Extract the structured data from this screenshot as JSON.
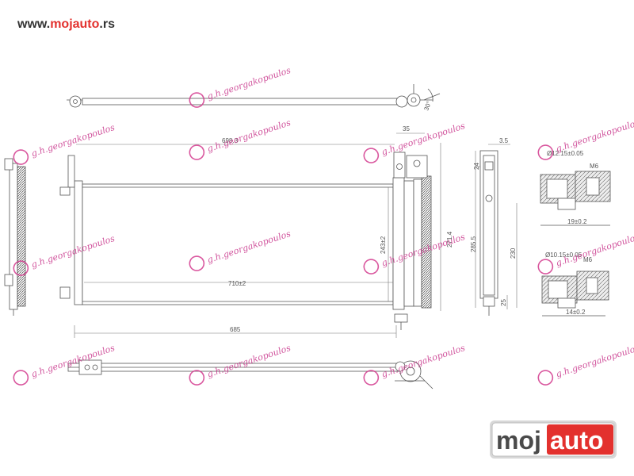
{
  "site": {
    "prefix": "www.",
    "brand": "mojauto",
    "suffix": ".rs"
  },
  "logo": {
    "part1": "moj",
    "part2": "auto",
    "accent": "#e3312e",
    "dark": "#4a4a4a"
  },
  "watermark": {
    "text": "g.h.georgakopoulos",
    "color": "#c9378c",
    "logo_color": "#d33a8e"
  },
  "dims": {
    "top_bracket_angle": "30°",
    "upper_span": "698.3",
    "top_offset": "35",
    "inner_width": "710±2",
    "total_width": "685",
    "core_height": "243±2",
    "outer_height": "271.4",
    "side_top_offset": "3.5",
    "side_top_gap": "24",
    "side_total": "285.5",
    "side_mid": "230",
    "side_bottom": "25",
    "fitting1_thread": "M6",
    "fitting1_depth": "19±0.2",
    "fitting1_bore": "Ø12.15±0.05",
    "fitting2_thread": "M6",
    "fitting2_depth": "14±0.2",
    "fitting2_bore": "Ø10.15±0.05"
  }
}
